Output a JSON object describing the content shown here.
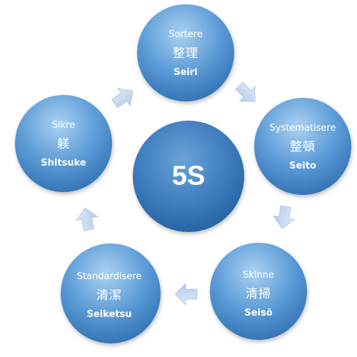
{
  "center": {
    "label": "5S"
  },
  "steps": [
    {
      "name": "Sortere",
      "kanji": "整理",
      "romaji": "Seiri"
    },
    {
      "name": "Systematisere",
      "kanji": "整頓",
      "romaji": "Seito"
    },
    {
      "name": "Skinne",
      "kanji": "清掃",
      "romaji": "Seisō"
    },
    {
      "name": "Standardisere",
      "kanji": "清潔",
      "romaji": "Seiketsu"
    },
    {
      "name": "Sikre",
      "kanji": "躾",
      "romaji": "Shitsuke"
    }
  ],
  "colors": {
    "node_light": "#9cc9ee",
    "node_mid": "#5b9ad6",
    "node_dark": "#2f6eb2",
    "center_light": "#6aa3d8",
    "center_dark": "#1f5c98",
    "arrow_fill": "#c9daf2",
    "arrow_stroke": "#b4c9e8"
  }
}
